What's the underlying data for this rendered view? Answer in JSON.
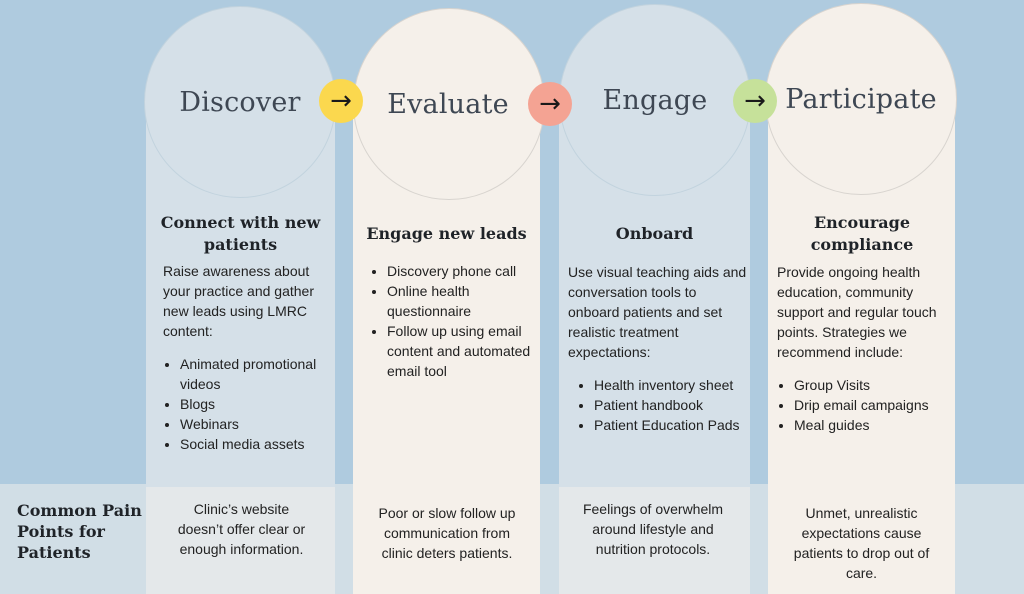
{
  "stages": [
    {
      "title": "Discover",
      "heading": "Connect with new patients",
      "intro": "Raise awareness about your practice and gather new leads using LMRC content:",
      "bullets": [
        "Animated promotional videos",
        "Blogs",
        "Webinars",
        "Social media assets"
      ],
      "pain_point": "Clinic’s website doesn’t offer clear or enough information."
    },
    {
      "title": "Evaluate",
      "heading": "Engage new leads",
      "intro": "",
      "bullets": [
        "Discovery phone call",
        "Online health questionnaire",
        "Follow up using email content and automated email tool"
      ],
      "pain_point": "Poor or slow follow up communication from clinic deters patients."
    },
    {
      "title": "Engage",
      "heading": "Onboard",
      "intro": "Use visual teaching aids and conversation tools to onboard patients and set realistic treatment expectations:",
      "bullets": [
        "Health inventory sheet",
        "Patient handbook",
        "Patient Education Pads"
      ],
      "pain_point": "Feelings of overwhelm around lifestyle and nutrition protocols."
    },
    {
      "title": "Participate",
      "heading": "Encourage compliance",
      "intro": "Provide ongoing health education, community support and regular touch points. Strategies we recommend include:",
      "bullets": [
        "Group Visits",
        "Drip email campaigns",
        "Meal guides"
      ],
      "pain_point": "Unmet, unrealistic expectations cause patients to drop out of care."
    }
  ],
  "arrows": [
    {
      "glyph": "→",
      "color": "#fbd84e",
      "icon": "arrow-right-icon"
    },
    {
      "glyph": "→",
      "color": "#f4a393",
      "icon": "arrow-right-icon"
    },
    {
      "glyph": "→",
      "color": "#c6e19a",
      "icon": "arrow-right-icon"
    }
  ],
  "pain_points_label": "Common Pain Points for Patients",
  "colors": {
    "background": "#afcbdf",
    "blue_panel": "#d5e0e8",
    "cream_panel": "#f5f0ea"
  }
}
